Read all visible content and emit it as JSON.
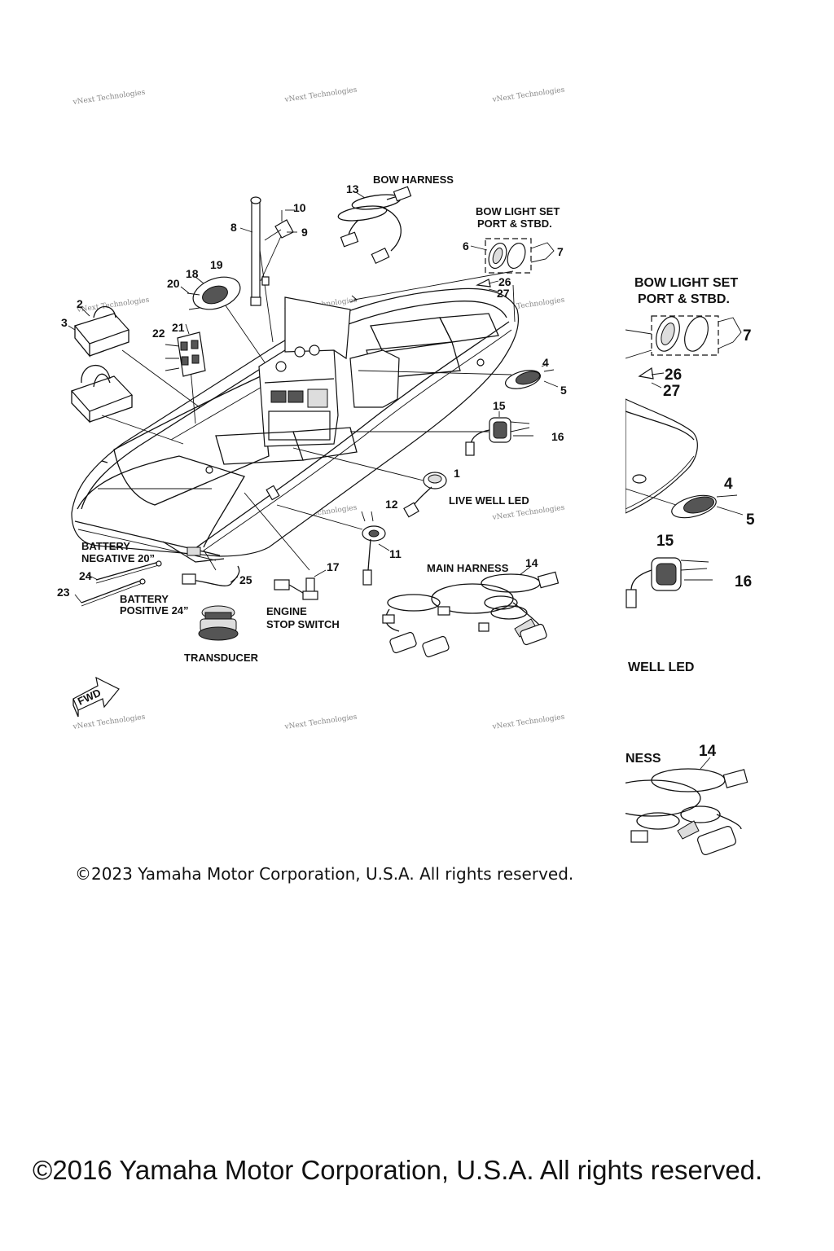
{
  "labels": {
    "bow_harness": "BOW HARNESS",
    "bow_light_set_l1": "BOW LIGHT SET",
    "bow_light_set_l2": "PORT & STBD.",
    "live_well_led": "LIVE WELL LED",
    "main_harness": "MAIN HARNESS",
    "battery_negative_l1": "BATTERY",
    "battery_negative_l2": "NEGATIVE 20”",
    "battery_positive_l1": "BATTERY",
    "battery_positive_l2": "POSITIVE 24”",
    "engine_stop_l1": "ENGINE",
    "engine_stop_l2": "STOP SWITCH",
    "transducer": "TRANSDUCER",
    "fwd": "FWD"
  },
  "zoom_labels": {
    "bow_light_set_l1": "BOW LIGHT SET",
    "bow_light_set_l2": "PORT & STBD.",
    "well_led_partial": "WELL LED",
    "harness_partial": "NESS"
  },
  "part_numbers": {
    "n1": "1",
    "n2": "2",
    "n3": "3",
    "n4": "4",
    "n5": "5",
    "n6": "6",
    "n7": "7",
    "n8": "8",
    "n9": "9",
    "n10": "10",
    "n11": "11",
    "n12": "12",
    "n13": "13",
    "n14": "14",
    "n15": "15",
    "n16": "16",
    "n17": "17",
    "n18": "18",
    "n19": "19",
    "n20": "20",
    "n21": "21",
    "n22": "22",
    "n23": "23",
    "n24": "24",
    "n25": "25",
    "n26": "26",
    "n27": "27"
  },
  "zoom_part_numbers": {
    "z4": "4",
    "z5": "5",
    "z7": "7",
    "z14": "14",
    "z15": "15",
    "z16": "16",
    "z26": "26",
    "z27": "27"
  },
  "watermark": "vNext Technologies",
  "copyright_2023": "©2023 Yamaha Motor Corporation, U.S.A. All rights reserved.",
  "copyright_2016": "©2016 Yamaha Motor Corporation, U.S.A. All rights reserved."
}
